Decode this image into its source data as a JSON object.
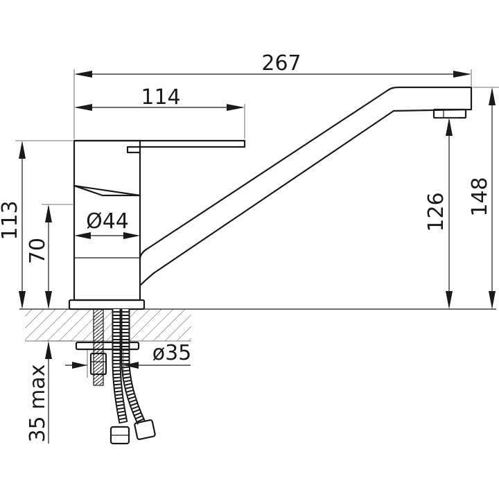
{
  "dimensions": {
    "overall_length": "267",
    "body_to_lever": "114",
    "body_height": "113",
    "body_lower_height": "70",
    "spout_height": "126",
    "total_height": "148",
    "body_diameter": "Ø44",
    "hole_diameter": "ø35",
    "max_thickness": "35 max"
  },
  "colors": {
    "line": "#1a1a1a",
    "background": "#ffffff"
  }
}
